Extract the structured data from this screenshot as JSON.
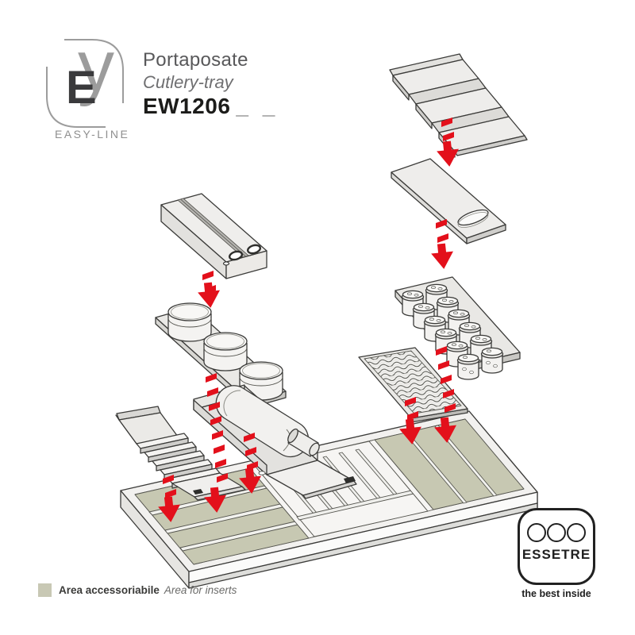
{
  "brand": {
    "logo_letter_e": "E",
    "logo_letter_y": "y",
    "line_label": "EASY-LINE"
  },
  "product": {
    "title_it": "Portaposate",
    "title_en": "Cutlery-tray",
    "model": "EW1206",
    "model_suffix": "_ _"
  },
  "legend": {
    "swatch_color": "#c8c8b4",
    "label_it": "Area accessoriabile",
    "label_en": "Area for inserts"
  },
  "footer_logo": {
    "name": "ESSETRE",
    "tagline": "the best inside"
  },
  "colors": {
    "accent_red": "#e3101b",
    "insert_area": "#c7c8b2",
    "outline": "#3b3b39",
    "panel_fill": "#eeedeb"
  }
}
